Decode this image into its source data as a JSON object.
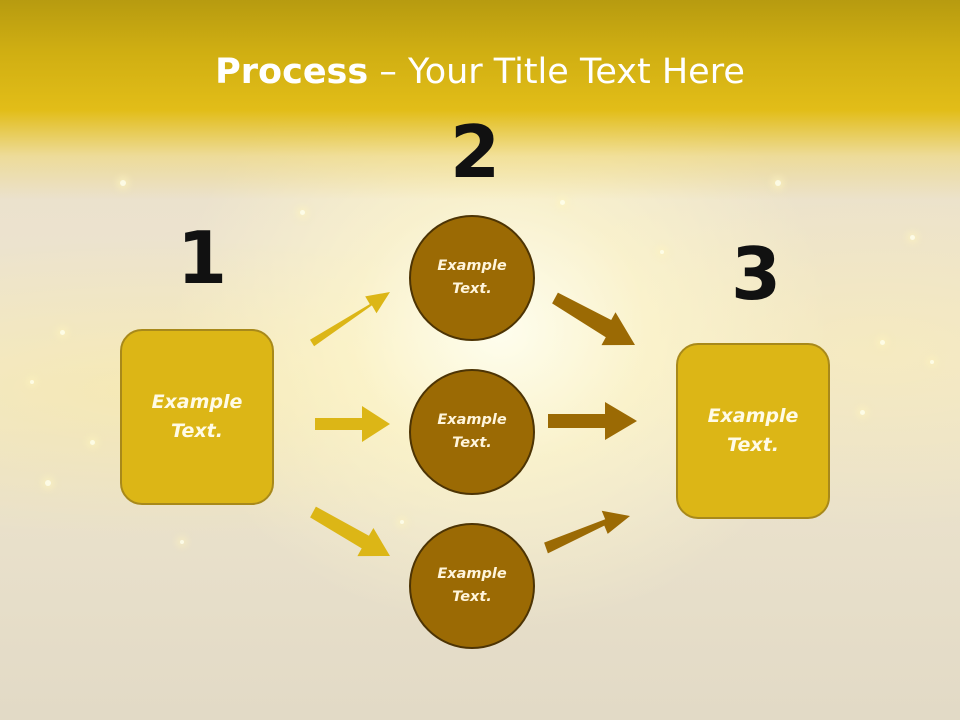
{
  "header": {
    "title_bold": "Process",
    "title_rest": " – Your Title Text Here"
  },
  "steps": {
    "one": "1",
    "two": "2",
    "three": "3"
  },
  "nodes": {
    "left_box": "Example\nText.",
    "circle_top": "Example\nText.",
    "circle_middle": "Example\nText.",
    "circle_bottom": "Example\nText.",
    "right_box": "Example\nText."
  },
  "colors": {
    "header_gold": "#e2bd18",
    "box_fill": "#dcb616",
    "circle_fill": "#9b6a04",
    "arrow_gold": "#dcb616",
    "arrow_brown": "#9b6a04",
    "number_text": "#111111"
  }
}
